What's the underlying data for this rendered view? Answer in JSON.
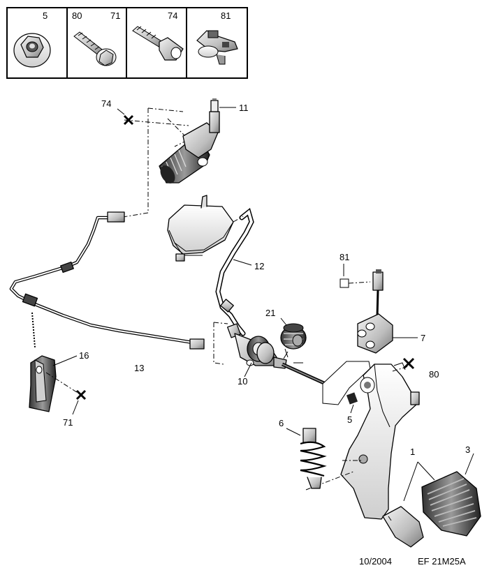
{
  "legend_boxes": [
    {
      "labels": [
        "5"
      ],
      "icon": "flanged-nut-icon"
    },
    {
      "labels": [
        "80",
        "71"
      ],
      "icon": "flange-bolt-icon"
    },
    {
      "labels": [
        "74"
      ],
      "icon": "hex-socket-bolt-icon"
    },
    {
      "labels": [
        "81"
      ],
      "icon": "clip-fastener-icon"
    }
  ],
  "callouts": {
    "c74": "74",
    "c11": "11",
    "c12": "12",
    "c81": "81",
    "c21": "21",
    "c7": "7",
    "c80": "80",
    "c16": "16",
    "c13": "13",
    "c10": "10",
    "c5": "5",
    "c71": "71",
    "c6": "6",
    "c1": "1",
    "c3": "3"
  },
  "footer": {
    "date": "10/2004",
    "reference": "EF 21M25A"
  }
}
